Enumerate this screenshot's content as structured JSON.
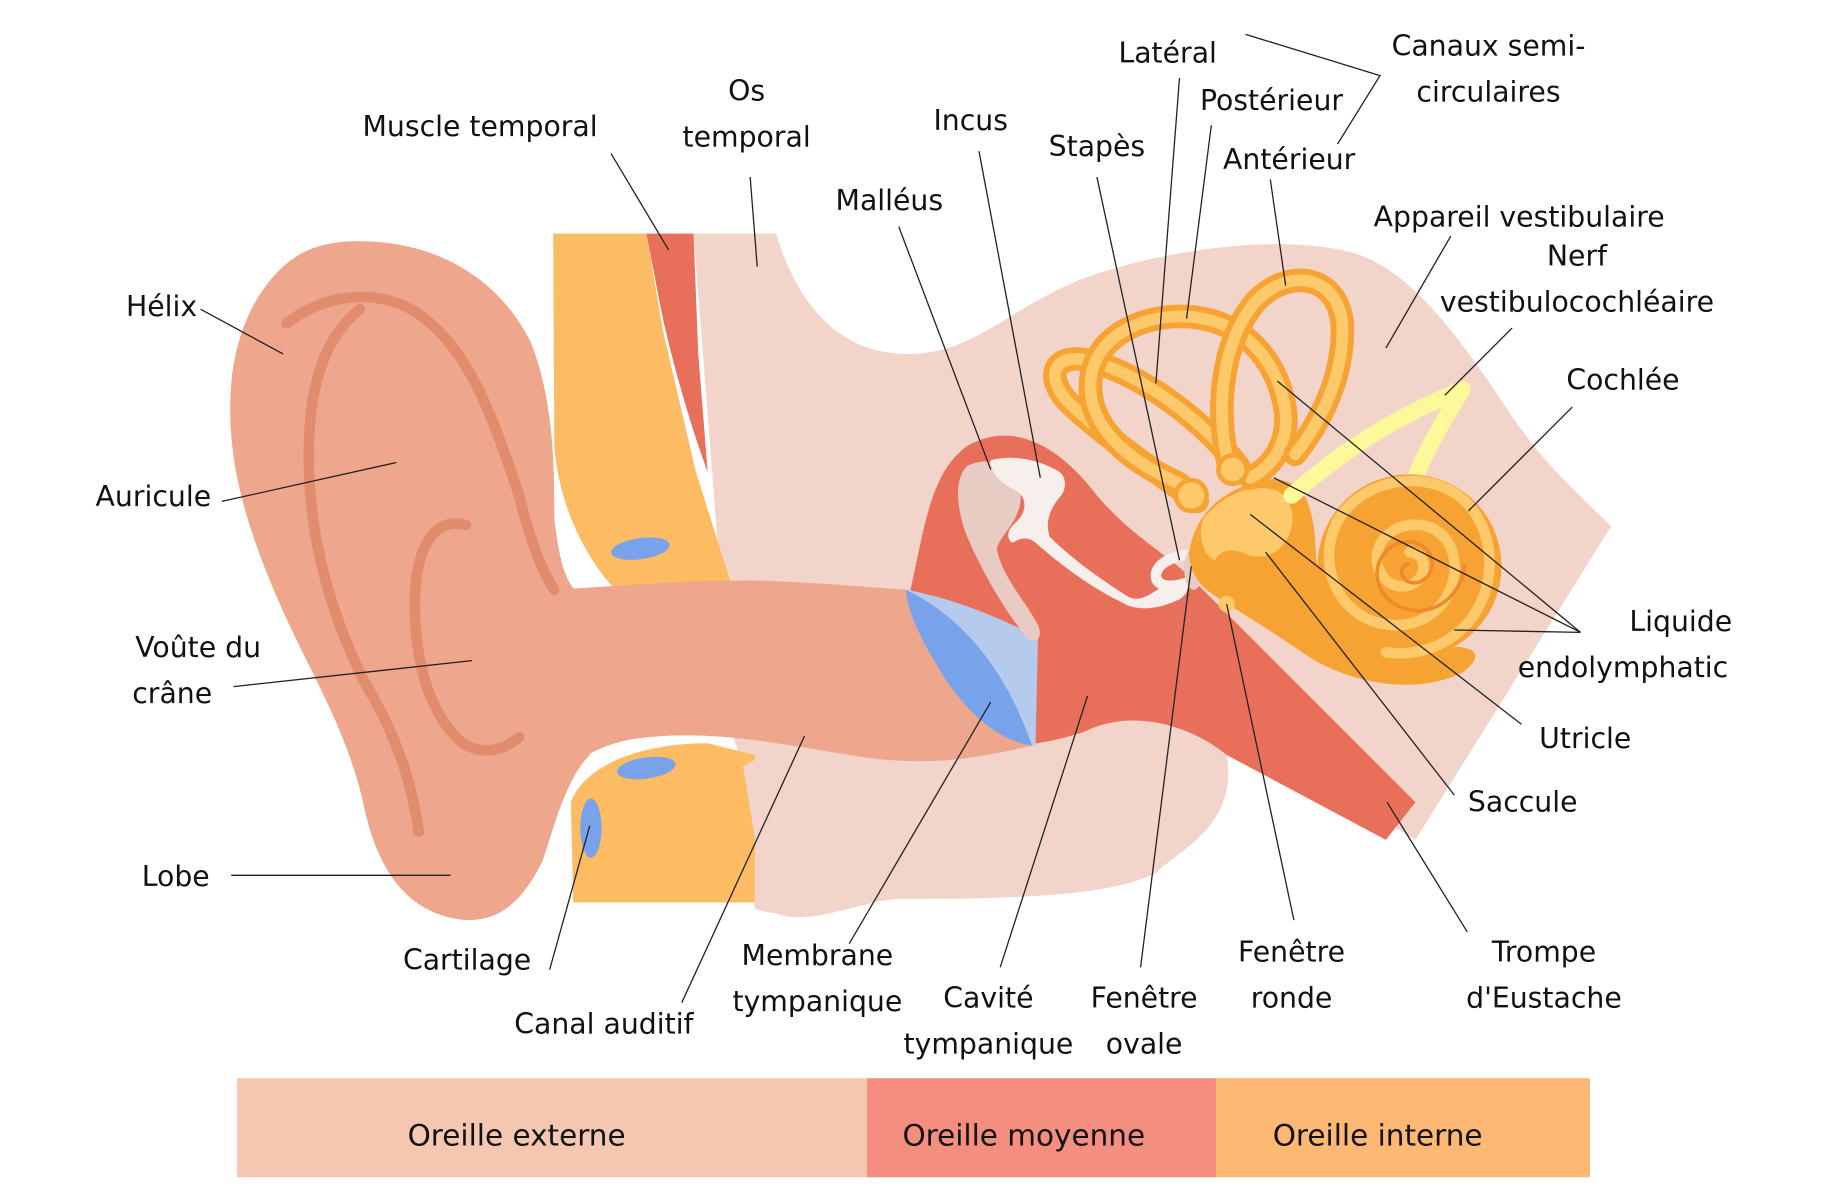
{
  "diagram": {
    "title": "Anatomie de l'oreille",
    "colors": {
      "skin": "#EEA68C",
      "skin_fold": "#E28C6E",
      "cartilage": "#FDBB64",
      "muscle": "#E8705A",
      "bone": "#F2D4CA",
      "eardrum_dark": "#78A2EA",
      "eardrum_light": "#B4CBEE",
      "ossicle_light": "#F7EFEC",
      "ossicle_shade": "#E8CBC2",
      "inner_dark": "#F6A333",
      "inner_light": "#FDC96B",
      "nerve": "#FDF89A"
    },
    "labels": {
      "helix": "Hélix",
      "auricule": "Auricule",
      "voute_line1": "Voûte du",
      "voute_line2": "crâne",
      "lobe": "Lobe",
      "cartilage": "Cartilage",
      "canal_auditif": "Canal auditif",
      "membrane_line1": "Membrane",
      "membrane_line2": "tympanique",
      "cavite_line1": "Cavité",
      "cavite_line2": "tympanique",
      "fenetre_ovale_line1": "Fenêtre",
      "fenetre_ovale_line2": "ovale",
      "fenetre_ronde_line1": "Fenêtre",
      "fenetre_ronde_line2": "ronde",
      "trompe_line1": "Trompe",
      "trompe_line2": "d'Eustache",
      "muscle_temporal": "Muscle temporal",
      "os_line1": "Os",
      "os_line2": "temporal",
      "malleus": "Malléus",
      "incus": "Incus",
      "stapes": "Stapès",
      "lateral": "Latéral",
      "posterieur": "Postérieur",
      "anterieur": "Antérieur",
      "canaux_line1": "Canaux semi-",
      "canaux_line2": "circulaires",
      "appareil_vestibulaire": "Appareil vestibulaire",
      "nerf_line1": "Nerf",
      "nerf_line2": "vestibulocochléaire",
      "cochlee": "Cochlée",
      "liquide_line1": "Liquide",
      "liquide_line2": "endolymphatic",
      "utricle": "Utricle",
      "saccule": "Saccule"
    },
    "legend": [
      {
        "label": "Oreille externe",
        "color": "#F5C7B0"
      },
      {
        "label": "Oreille moyenne",
        "color": "#F48E7E"
      },
      {
        "label": "Oreille interne",
        "color": "#FDB874"
      }
    ]
  }
}
